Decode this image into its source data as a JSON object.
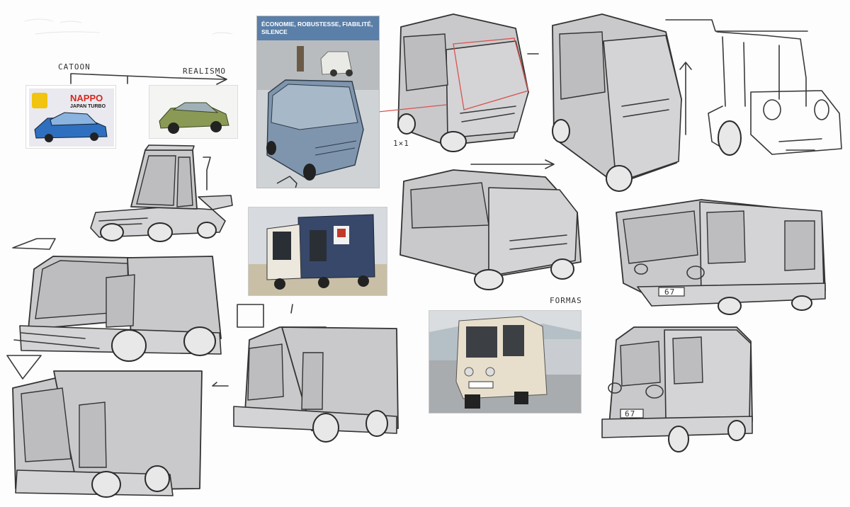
{
  "labels": {
    "cartoon": "CATOON",
    "realism": "REALISMO",
    "scale": "1×1",
    "forms": "FORMAS",
    "plate": "67"
  },
  "brochure": {
    "headline": "ÉCONOMIE, ROBUSTESSE, FIABILITÉ, SILENCE"
  },
  "toy_box": {
    "brand": "NAPPO",
    "model": "JAPAN TURBO"
  },
  "colors": {
    "sketch_fill": "#c9c9cb",
    "stroke": "#333333",
    "red_construction": "#d9534f",
    "green_car": "#8a9a55",
    "blue_car": "#2f6fc0"
  }
}
